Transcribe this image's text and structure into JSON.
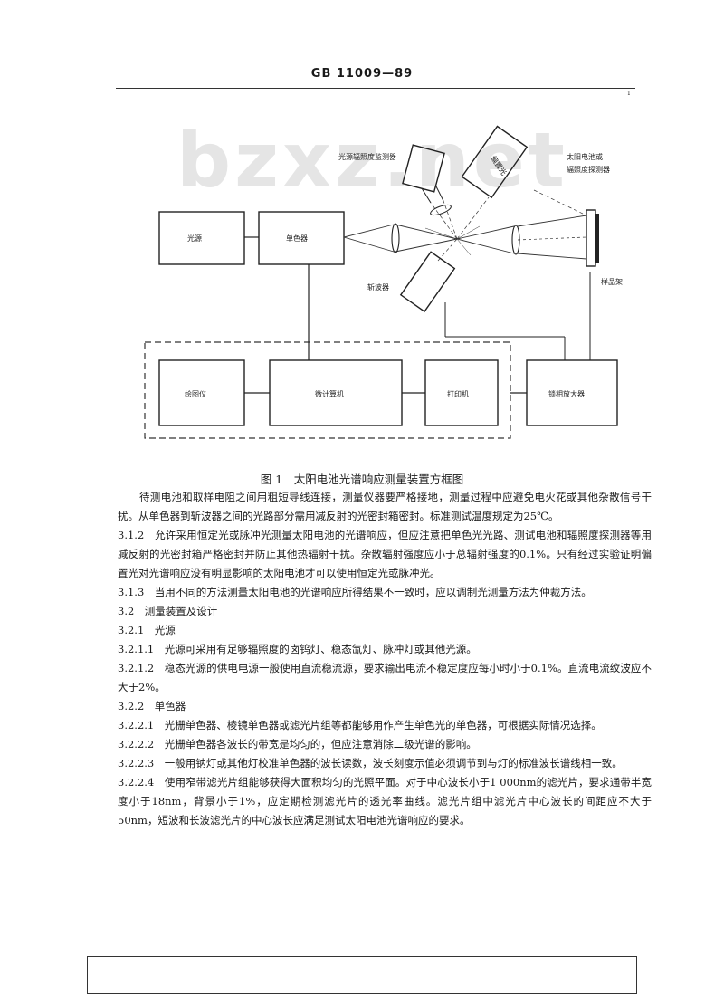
{
  "header": {
    "code": "GB 11009—89",
    "page_mark": "1"
  },
  "watermark": "bzxz.net",
  "diagram": {
    "labels": {
      "light_source": "光源",
      "monochromator": "单色器",
      "irradiance_monitor": "光源辐照度监测器",
      "bias_light": "偏置光",
      "chopper": "斩波器",
      "cell_detector": "太阳电池或",
      "cell_detector_2": "辐照度探测器",
      "sample_holder": "样品架",
      "plotter": "绘图仪",
      "computer": "微计算机",
      "printer": "打印机",
      "lockin_amp": "锁相放大器"
    }
  },
  "caption": "图 1　太阳电池光谱响应测量装置方框图",
  "paragraphs": [
    {
      "text": "待测电池和取样电阻之间用粗短导线连接，测量仪器要严格接地，测量过程中应避免电火花或其他杂散信号干扰。从单色器到斩波器之间的光路部分需用减反射的光密封箱密封。标准测试温度规定为25℃。",
      "indent": true
    },
    {
      "text": "3.1.2　允许采用恒定光或脉冲光测量太阳电池的光谱响应，但应注意把单色光光路、测试电池和辐照度探测器等用减反射的光密封箱严格密封并防止其他热辐射干扰。杂散辐射强度应小于总辐射强度的0.1%。只有经过实验证明偏置光对光谱响应没有明显影响的太阳电池才可以使用恒定光或脉冲光。",
      "indent": false
    },
    {
      "text": "3.1.3　当用不同的方法测量太阳电池的光谱响应所得结果不一致时，应以调制光测量方法为仲裁方法。",
      "indent": false
    },
    {
      "text": "3.2　测量装置及设计",
      "indent": false
    },
    {
      "text": "3.2.1　光源",
      "indent": false
    },
    {
      "text": "3.2.1.1　光源可采用有足够辐照度的卤钨灯、稳态氙灯、脉冲灯或其他光源。",
      "indent": false
    },
    {
      "text": "3.2.1.2　稳态光源的供电电源一般使用直流稳流源，要求输出电流不稳定度应每小时小于0.1%。直流电流纹波应不大于2%。",
      "indent": false
    },
    {
      "text": "3.2.2　单色器",
      "indent": false
    },
    {
      "text": "3.2.2.1　光栅单色器、棱镜单色器或滤光片组等都能够用作产生单色光的单色器，可根据实际情况选择。",
      "indent": false
    },
    {
      "text": "3.2.2.2　光栅单色器各波长的带宽是均匀的，但应注意消除二级光谱的影响。",
      "indent": false
    },
    {
      "text": "3.2.2.3　一般用钠灯或其他灯校准单色器的波长读数，波长刻度示值必须调节到与灯的标准波长谱线相一致。",
      "indent": false
    },
    {
      "text": "3.2.2.4　使用窄带滤光片组能够获得大面积均匀的光照平面。对于中心波长小于1 000nm的滤光片，要求通带半宽度小于18nm，背景小于1%，应定期检测滤光片的透光率曲线。滤光片组中滤光片中心波长的间距应不大于50nm，短波和长波滤光片的中心波长应满足测试太阳电池光谱响应的要求。",
      "indent": false
    }
  ]
}
